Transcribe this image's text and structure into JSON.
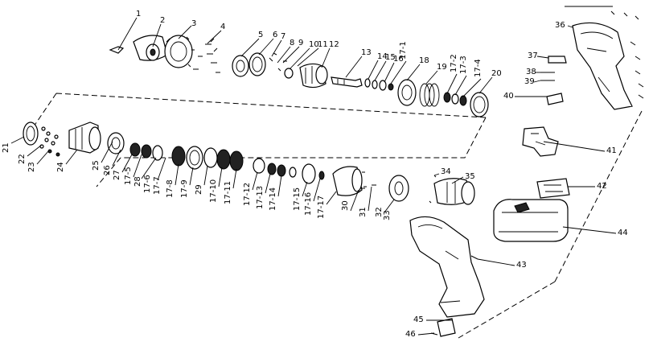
{
  "callouts": [
    {
      "id": "c1",
      "text": "1"
    },
    {
      "id": "c2",
      "text": "2"
    },
    {
      "id": "c3",
      "text": "3"
    },
    {
      "id": "c4",
      "text": "4"
    },
    {
      "id": "c5",
      "text": "5"
    },
    {
      "id": "c6",
      "text": "6"
    },
    {
      "id": "c7",
      "text": "7"
    },
    {
      "id": "c8",
      "text": "8"
    },
    {
      "id": "c9",
      "text": "9"
    },
    {
      "id": "c10",
      "text": "10"
    },
    {
      "id": "c11",
      "text": "11"
    },
    {
      "id": "c12",
      "text": "12"
    },
    {
      "id": "c13",
      "text": "13"
    },
    {
      "id": "c14",
      "text": "14"
    },
    {
      "id": "c15",
      "text": "15"
    },
    {
      "id": "c16",
      "text": "16"
    },
    {
      "id": "c17_1",
      "text": "17-1"
    },
    {
      "id": "c18",
      "text": "18"
    },
    {
      "id": "c19",
      "text": "19"
    },
    {
      "id": "c17_2",
      "text": "17-2"
    },
    {
      "id": "c17_3",
      "text": "17-3"
    },
    {
      "id": "c17_4",
      "text": "17-4"
    },
    {
      "id": "c20",
      "text": "20"
    },
    {
      "id": "c36",
      "text": "36"
    },
    {
      "id": "c37",
      "text": "37"
    },
    {
      "id": "c38",
      "text": "38"
    },
    {
      "id": "c39",
      "text": "39"
    },
    {
      "id": "c40",
      "text": "40"
    },
    {
      "id": "c41",
      "text": "41"
    },
    {
      "id": "c42",
      "text": "42"
    },
    {
      "id": "c44",
      "text": "44"
    },
    {
      "id": "c43",
      "text": "43"
    },
    {
      "id": "c45",
      "text": "45"
    },
    {
      "id": "c46",
      "text": "46"
    },
    {
      "id": "c21",
      "text": "21"
    },
    {
      "id": "c22",
      "text": "22"
    },
    {
      "id": "c23",
      "text": "23"
    },
    {
      "id": "c24",
      "text": "24"
    },
    {
      "id": "c25",
      "text": "25"
    },
    {
      "id": "c26",
      "text": "26"
    },
    {
      "id": "c27",
      "text": "27"
    },
    {
      "id": "c17_5",
      "text": "17-5"
    },
    {
      "id": "c28",
      "text": "28"
    },
    {
      "id": "c17_6",
      "text": "17-6"
    },
    {
      "id": "c17_7",
      "text": "17-7"
    },
    {
      "id": "c17_8",
      "text": "17-8"
    },
    {
      "id": "c17_9",
      "text": "17-9"
    },
    {
      "id": "c29",
      "text": "29"
    },
    {
      "id": "c17_10",
      "text": "17-10"
    },
    {
      "id": "c17_11",
      "text": "17-11"
    },
    {
      "id": "c17_12",
      "text": "17-12"
    },
    {
      "id": "c17_13",
      "text": "17-13"
    },
    {
      "id": "c17_14",
      "text": "17-14"
    },
    {
      "id": "c17_15",
      "text": "17-15"
    },
    {
      "id": "c17_16",
      "text": "17-16"
    },
    {
      "id": "c17_17",
      "text": "17-17"
    },
    {
      "id": "c30",
      "text": "30"
    },
    {
      "id": "c31",
      "text": "31"
    },
    {
      "id": "c32",
      "text": "32"
    },
    {
      "id": "c33",
      "text": "33"
    },
    {
      "id": "c34",
      "text": "34"
    },
    {
      "id": "c35",
      "text": "35"
    }
  ]
}
